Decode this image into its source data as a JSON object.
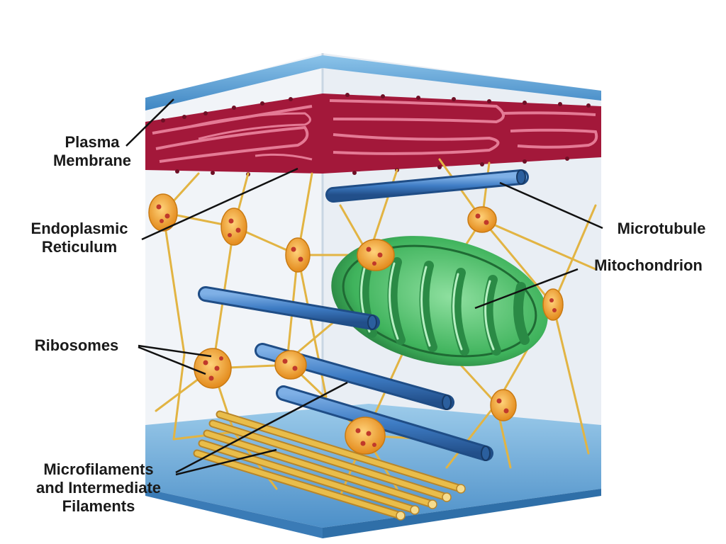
{
  "labels": {
    "plasma_membrane": [
      "Plasma",
      "Membrane"
    ],
    "endoplasmic_reticulum": [
      "Endoplasmic",
      "Reticulum"
    ],
    "ribosomes": "Ribosomes",
    "microfilaments": [
      "Microfilaments",
      "and Intermediate",
      "Filaments"
    ],
    "microtubule": "Microtubule",
    "mitochondrion": "Mitochondrion"
  },
  "colors": {
    "membrane": "#5fa6d9",
    "membrane_dark": "#2f6fa8",
    "er": "#a3183a",
    "er_light": "#e47a95",
    "microtubule": "#3e7cc4",
    "mitochondrion": "#3fb35c",
    "mitochondrion_dark": "#1f6b34",
    "filament": "#e9bd4a",
    "ribosome_body": "#f0a72e",
    "ribosome_dot": "#c0392b",
    "box_face": "#eef2f6"
  }
}
